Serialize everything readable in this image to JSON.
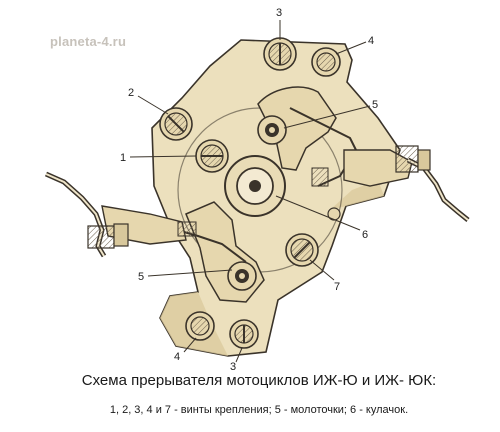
{
  "watermark": "planeta-4.ru",
  "callouts": {
    "n1": "1",
    "n2": "2",
    "n3_top": "3",
    "n3_bottom": "3",
    "n4_top": "4",
    "n4_bottom": "4",
    "n5_right": "5",
    "n5_left": "5",
    "n6": "6",
    "n7": "7"
  },
  "caption": {
    "title": "Схема прерывателя мотоциклов ИЖ-Ю и ИЖ- ЮК:",
    "legend": "1, 2, 3, 4 и 7 - винты крепления; 5 - молоточки; 6 - кулачок."
  },
  "colors": {
    "plate_fill": "#ece0bd",
    "plate_shade": "#dccb9e",
    "ink": "#3a332a",
    "background": "#ffffff"
  }
}
